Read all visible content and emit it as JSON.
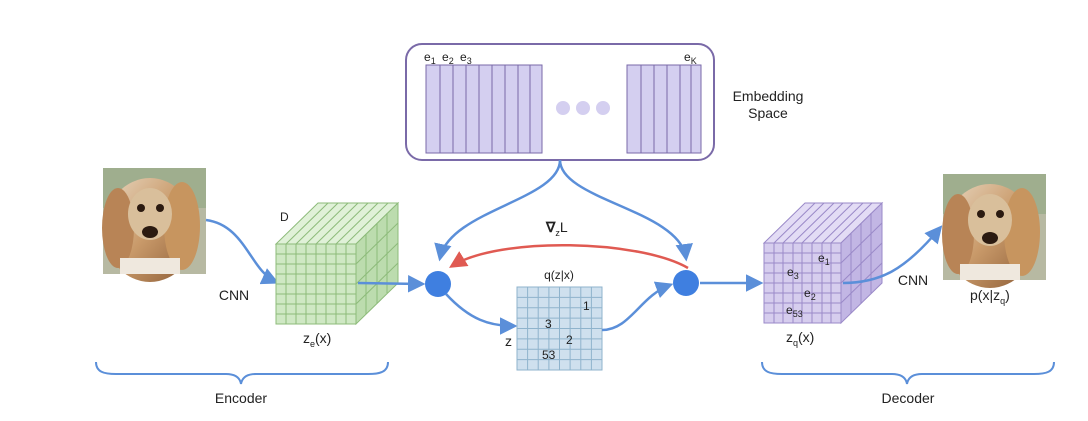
{
  "embedding": {
    "title_line1": "Embedding",
    "title_line2": "Space",
    "e1": "e",
    "e1_sub": "1",
    "e2": "e",
    "e2_sub": "2",
    "e3": "e",
    "e3_sub": "3",
    "eK": "e",
    "eK_sub": "K"
  },
  "encoder": {
    "cnn_label": "CNN",
    "depth_label": "D",
    "output_label": "z",
    "output_sub": "e",
    "output_arg": "(x)",
    "bracket_label": "Encoder"
  },
  "quantizer": {
    "gradient_label": "L",
    "gradient_sub": "z",
    "gradient_symbol": "∇",
    "posterior_label": "q(z|x)",
    "z_label": "z",
    "grid_values": [
      "1",
      "3",
      "2",
      "53"
    ]
  },
  "decoder": {
    "cnn_label": "CNN",
    "input_label": "z",
    "input_sub": "q",
    "input_arg": "(x)",
    "output_label": "p(x|z",
    "output_sub": "q",
    "output_close": ")",
    "bracket_label": "Decoder",
    "cube_indices": [
      {
        "name": "e",
        "sub": "1"
      },
      {
        "name": "e",
        "sub": "3"
      },
      {
        "name": "e",
        "sub": "2"
      },
      {
        "name": "e",
        "sub": "53"
      }
    ]
  },
  "images": {
    "input_icon": "dog-photo-icon",
    "output_icon": "dog-photo-icon"
  },
  "colors": {
    "arrow_blue": "#5b8fd9",
    "node_blue": "#3f7fe0",
    "gradient_red": "#e05a52",
    "embed_fill": "#d4cff0",
    "embed_border": "#7a6aa8",
    "green_fill": "#cfe8c4",
    "blue_fill": "#cfe0ee",
    "purple_fill": "#d6cdee"
  }
}
